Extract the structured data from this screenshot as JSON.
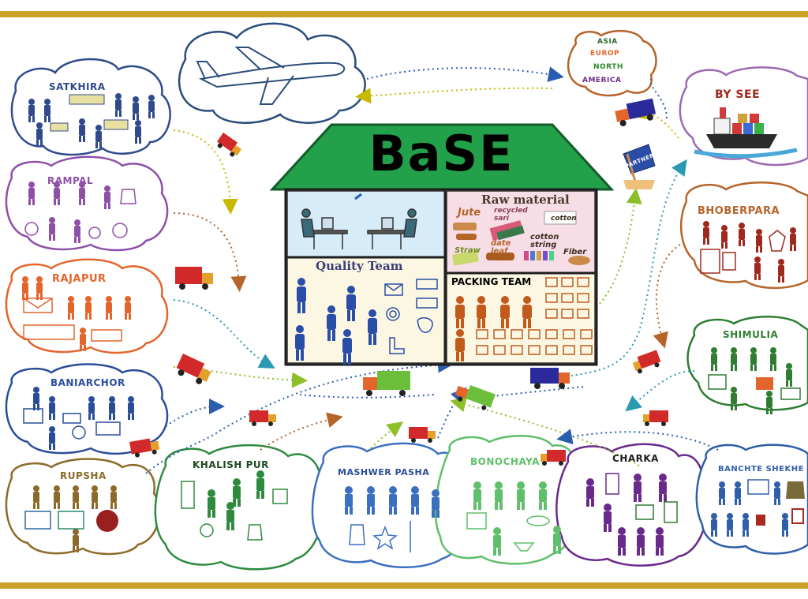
{
  "title": "BaSE",
  "house": {
    "raw_material_label": "Raw material",
    "quality_team_label": "Quality Team",
    "packing_team_label": "PACKING TEAM",
    "materials": [
      "Jute",
      "recycled sari",
      "cotton",
      "date leaf",
      "cotton string",
      "Straw",
      "Fiber"
    ]
  },
  "partner_flag": "PARTNER",
  "markets": [
    "ASIA",
    "EUROP",
    "NORTH",
    "AMERICA"
  ],
  "ship_label": "BY SEE",
  "clusters": {
    "satkhira": "SATKHIRA",
    "rampal": "RAMPAL",
    "rajapur": "RAJAPUR",
    "baniarchor": "BANIARCHOR",
    "rupsha": "RUPSHA",
    "khalishpur": "KHALISH PUR",
    "mashwerpasha": "MASHWER PASHA",
    "bonochaya": "BONOCHAYA",
    "charka": "CHARKA",
    "banchte": "BANCHTE SHEKHE",
    "shimulia": "SHIMULIA",
    "bhoberpara": "BHOBERPARA"
  },
  "colors": {
    "frame_band": "#c9a227",
    "roof": "#23a14a",
    "satkhira": "#2f4b8c",
    "rampal": "#8e4fa8",
    "rajapur": "#e3652b",
    "baniarchor": "#2a4d9b",
    "rupsha": "#8c6b2a",
    "khalishpur": "#2e8b3d",
    "mashwerpasha": "#3b6fc1",
    "bonochaya": "#5fbf6a",
    "charka": "#6a2a8c",
    "banchte": "#2f5fa8",
    "shimulia": "#2e7d32",
    "bhoberpara": "#a0291f",
    "quality_people": "#2a4da8",
    "packing_people": "#c25a1c"
  }
}
